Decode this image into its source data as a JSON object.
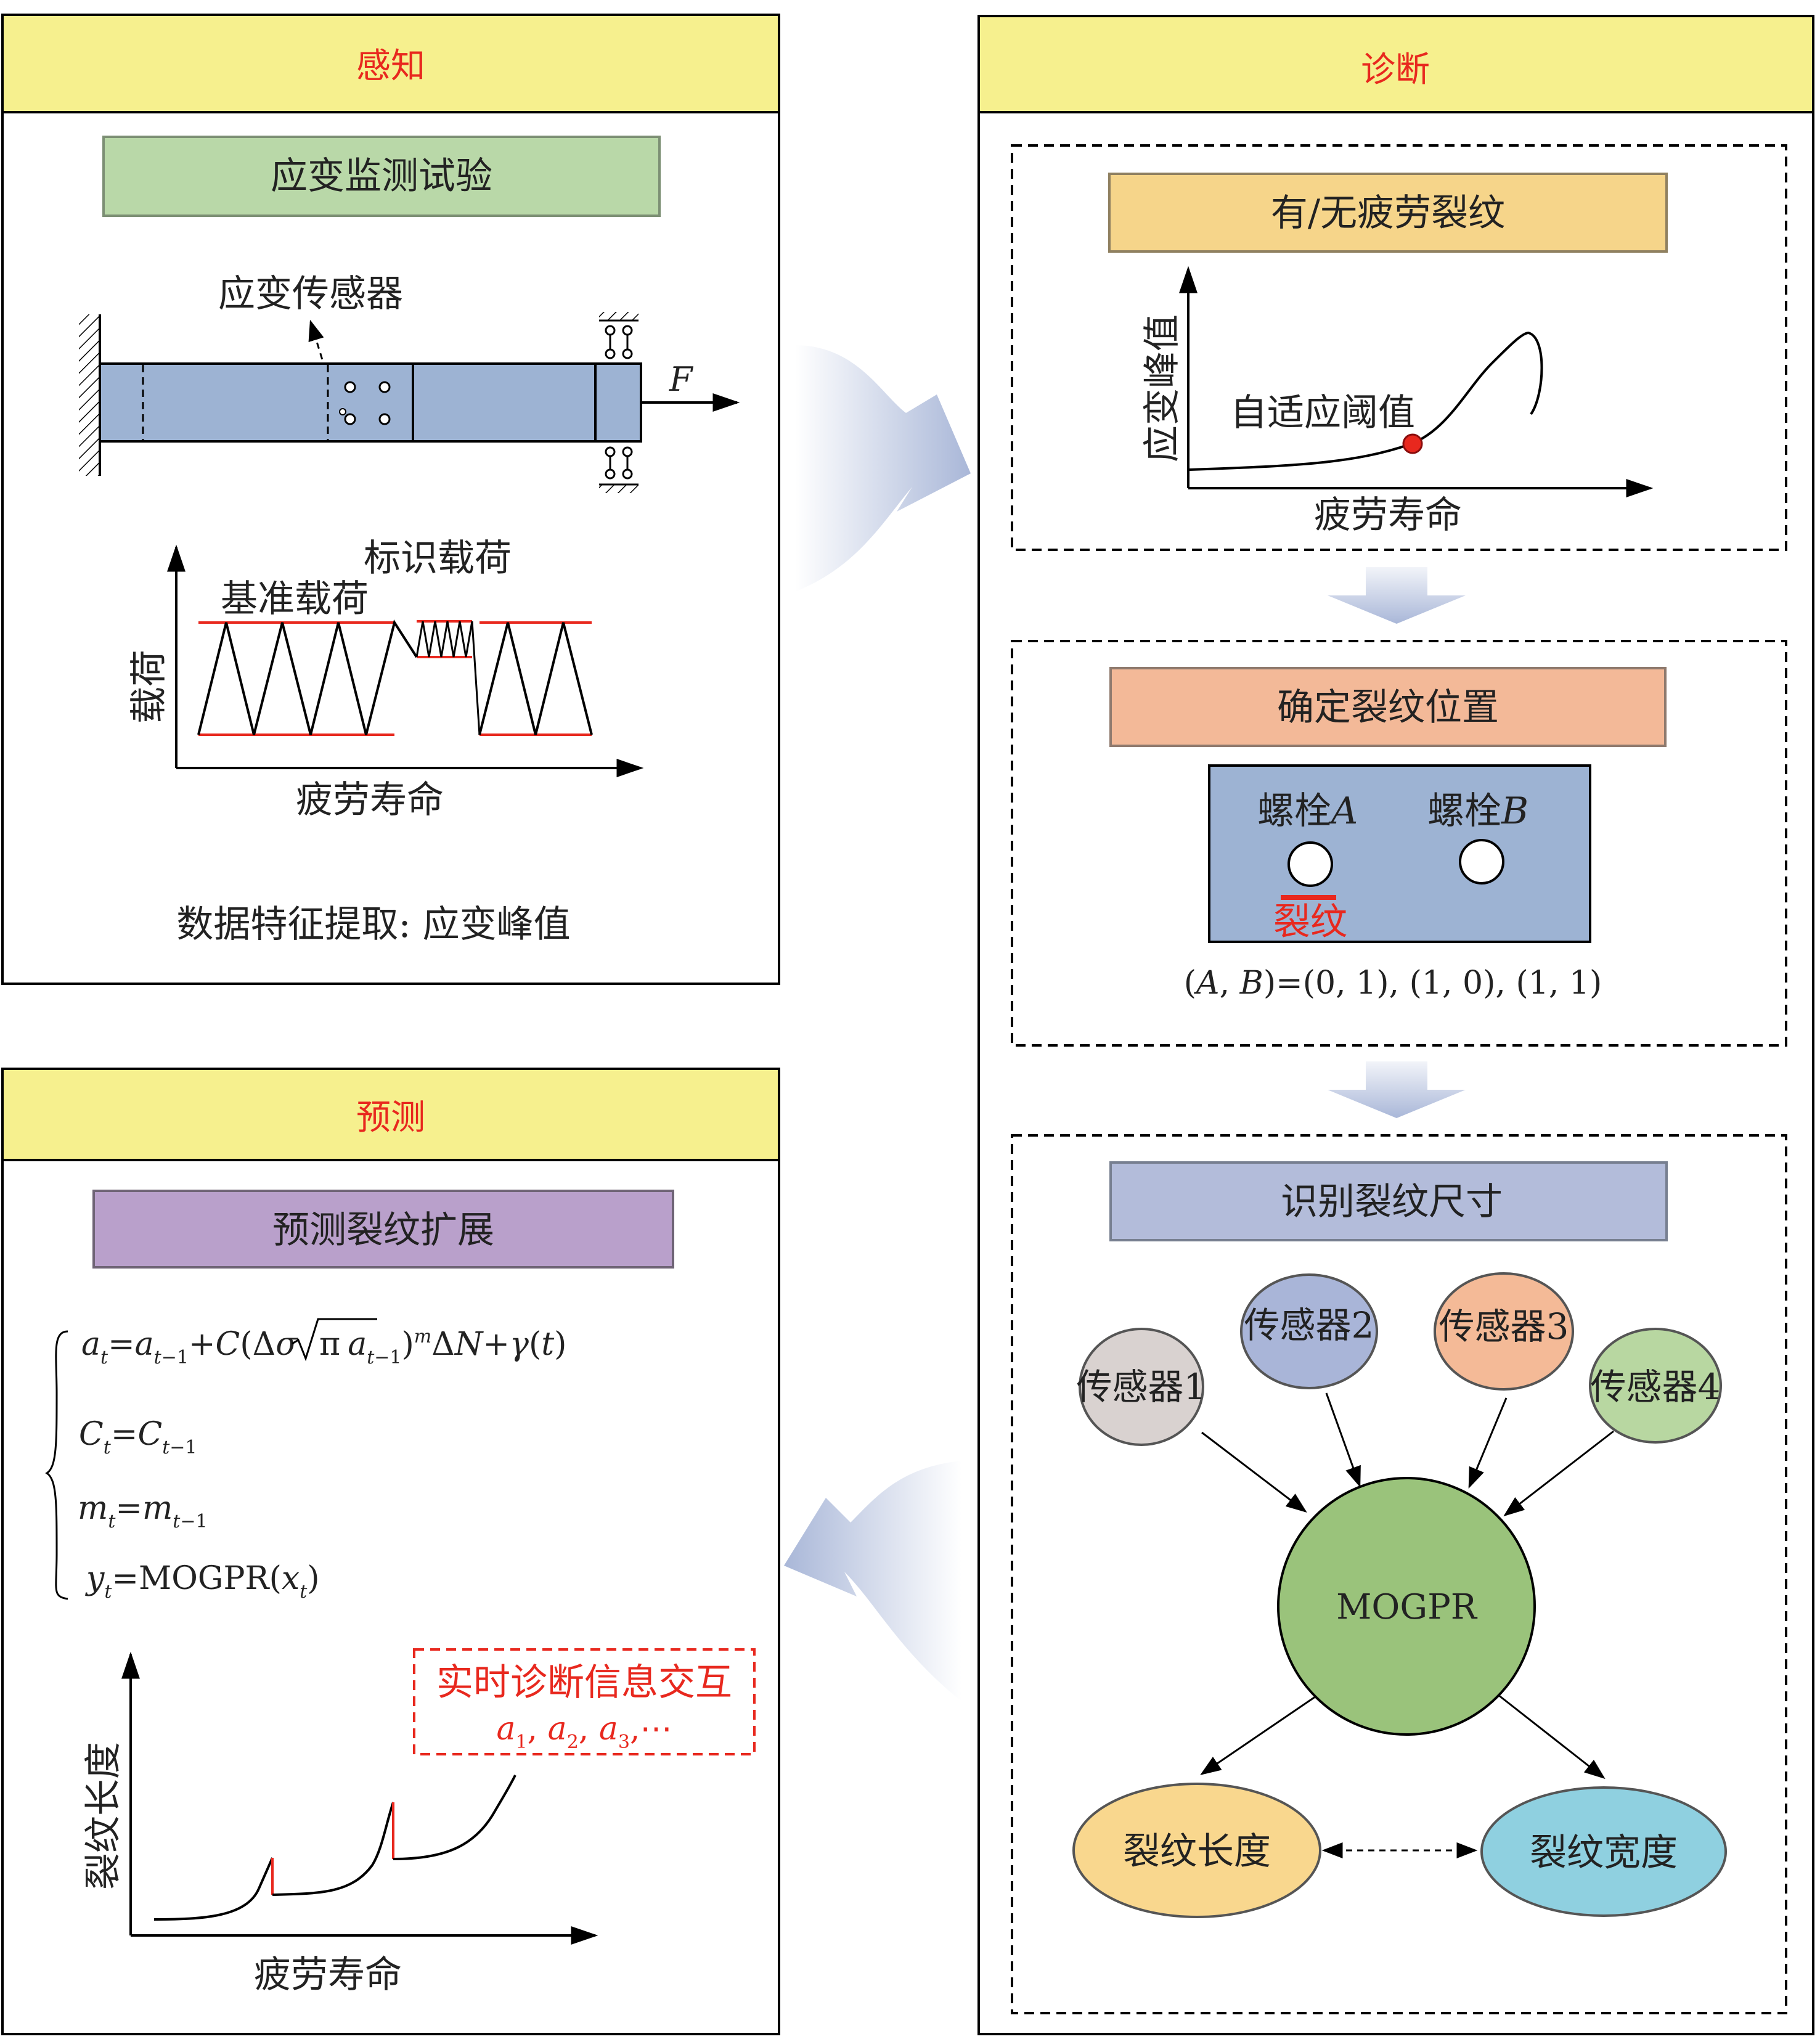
{
  "perception": {
    "title": "感知",
    "subtitle": "应变监测试验",
    "sensor_label": "应变传感器",
    "force_label": "F",
    "mark_load_label": "标识载荷",
    "base_load_label": "基准载荷",
    "load_axis_label": "载荷",
    "life_axis_label": "疲劳寿命",
    "feature_text": "数据特征提取: 应变峰值"
  },
  "diagnosis": {
    "title": "诊断",
    "stage1": {
      "title": "有/无疲劳裂纹",
      "y_axis_label": "应变峰值",
      "x_axis_label": "疲劳寿命",
      "threshold_label": "自适应阈值"
    },
    "stage2": {
      "title": "确定裂纹位置",
      "bolt_a_text": "螺栓",
      "bolt_a_var": "A",
      "bolt_b_text": "螺栓",
      "bolt_b_var": "B",
      "crack_label": "裂纹",
      "formula": "(A, B)=(0, 1), (1, 0), (1, 1)"
    },
    "stage3": {
      "title": "识别裂纹尺寸",
      "sensors": [
        "传感器1",
        "传感器2",
        "传感器3",
        "传感器4"
      ],
      "center": "MOGPR",
      "outputs": [
        "裂纹长度",
        "裂纹宽度"
      ]
    }
  },
  "prediction": {
    "title": "预测",
    "subtitle": "预测裂纹扩展",
    "interaction_text": "实时诊断信息交互",
    "y_axis_label": "裂纹长度",
    "x_axis_label": "疲劳寿命"
  },
  "colors": {
    "header_fill": "#f6f08e",
    "title_red": "#e8281e",
    "green_box": "#b9d8a8",
    "orange_box": "#f6d58a",
    "salmon_box": "#f3b998",
    "lavender_box": "#b3bcda",
    "purple_box": "#b9a0cb",
    "specimen_blue": "#9db3d3",
    "sensor1": "#d9d2d0",
    "sensor2": "#a9b5d8",
    "sensor3": "#f4ba97",
    "sensor4": "#b8d7a1",
    "mogpr": "#9ac37b",
    "crack_length": "#f9d78e",
    "crack_width": "#8fd0e0",
    "arrow_blue": "#a9b7d8"
  }
}
